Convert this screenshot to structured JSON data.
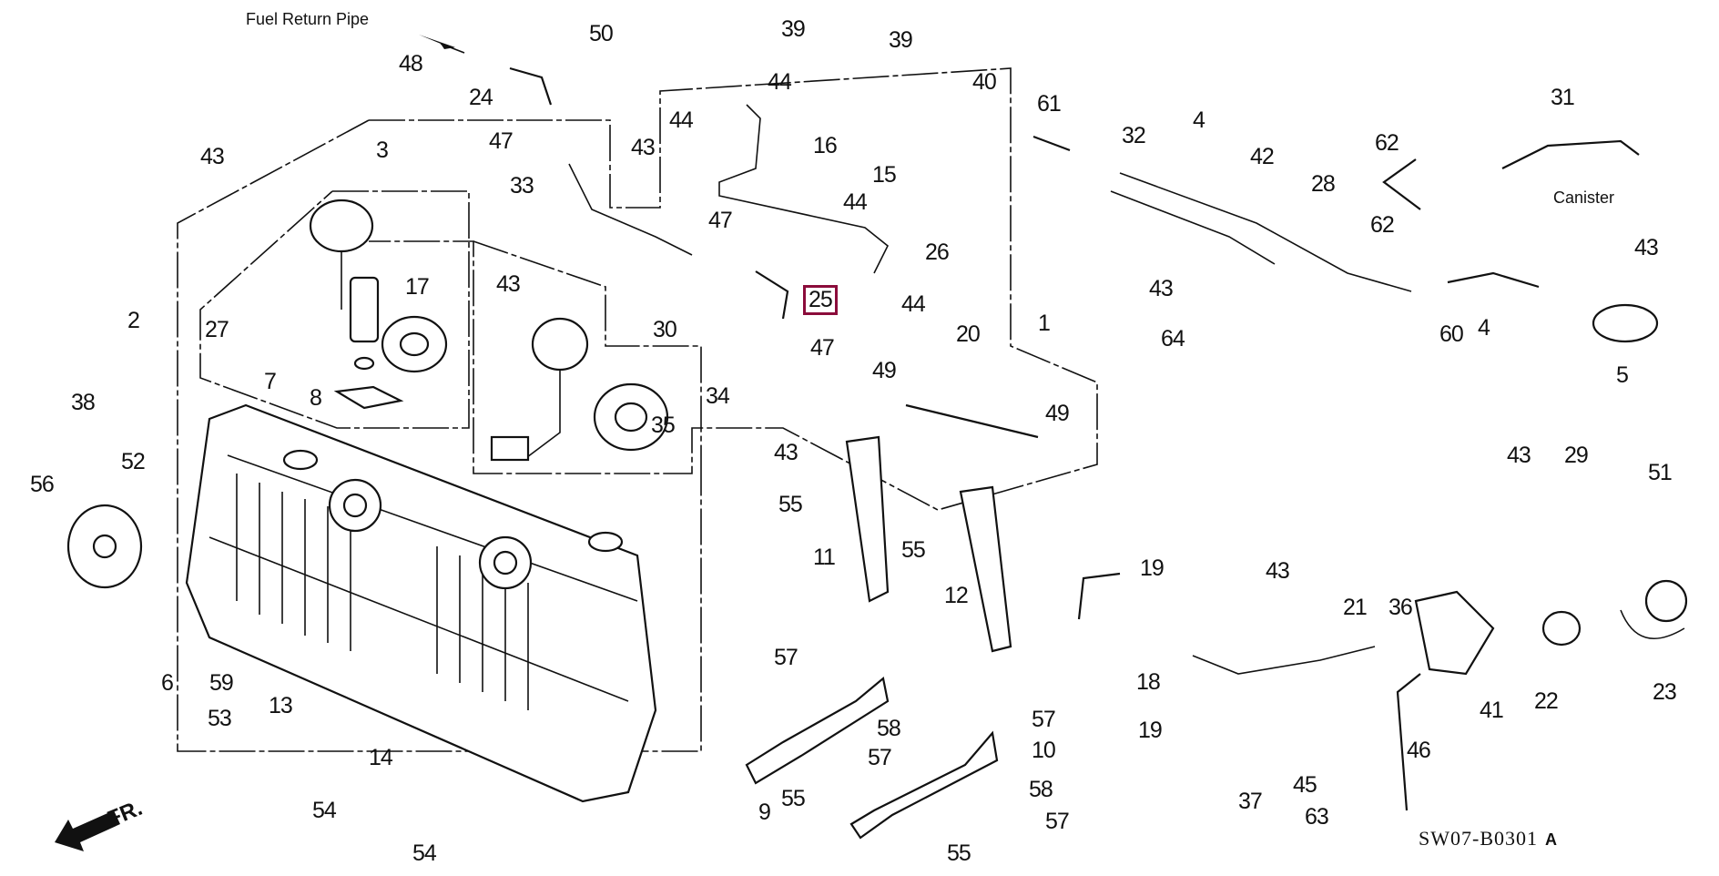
{
  "diagram": {
    "title": "Fuel Tank Parts Diagram",
    "diagram_code": "SW07-B0301",
    "diagram_variant": "A",
    "highlight_color": "#8b0c3b",
    "highlighted_part": "25",
    "annotations": {
      "fuel_return_pipe": "Fuel  Return  Pipe",
      "canister": "Canister",
      "front_arrow": "FR."
    },
    "callouts": [
      {
        "id": "c48",
        "num": "48"
      },
      {
        "id": "c24",
        "num": "24"
      },
      {
        "id": "c50",
        "num": "50"
      },
      {
        "id": "c39a",
        "num": "39"
      },
      {
        "id": "c39b",
        "num": "39"
      },
      {
        "id": "c44a",
        "num": "44"
      },
      {
        "id": "c44b",
        "num": "44"
      },
      {
        "id": "c40",
        "num": "40"
      },
      {
        "id": "c16",
        "num": "16"
      },
      {
        "id": "c15",
        "num": "15"
      },
      {
        "id": "c44c",
        "num": "44"
      },
      {
        "id": "c61",
        "num": "61"
      },
      {
        "id": "c32",
        "num": "32"
      },
      {
        "id": "c4a",
        "num": "4"
      },
      {
        "id": "c42",
        "num": "42"
      },
      {
        "id": "c31",
        "num": "31"
      },
      {
        "id": "c62a",
        "num": "62"
      },
      {
        "id": "c28",
        "num": "28"
      },
      {
        "id": "c62b",
        "num": "62"
      },
      {
        "id": "c43a",
        "num": "43"
      },
      {
        "id": "c47a",
        "num": "47"
      },
      {
        "id": "c43b",
        "num": "43"
      },
      {
        "id": "c3",
        "num": "3"
      },
      {
        "id": "c33",
        "num": "33"
      },
      {
        "id": "c47b",
        "num": "47"
      },
      {
        "id": "c26",
        "num": "26"
      },
      {
        "id": "c25",
        "num": "25"
      },
      {
        "id": "c44d",
        "num": "44"
      },
      {
        "id": "c47c",
        "num": "47"
      },
      {
        "id": "c43c",
        "num": "43"
      },
      {
        "id": "c30",
        "num": "30"
      },
      {
        "id": "c1",
        "num": "1"
      },
      {
        "id": "c43d",
        "num": "43"
      },
      {
        "id": "c64",
        "num": "64"
      },
      {
        "id": "c43e",
        "num": "43"
      },
      {
        "id": "c60",
        "num": "60"
      },
      {
        "id": "c4b",
        "num": "4"
      },
      {
        "id": "c5",
        "num": "5"
      },
      {
        "id": "c2",
        "num": "2"
      },
      {
        "id": "c27",
        "num": "27"
      },
      {
        "id": "c17",
        "num": "17"
      },
      {
        "id": "c7",
        "num": "7"
      },
      {
        "id": "c8",
        "num": "8"
      },
      {
        "id": "c34",
        "num": "34"
      },
      {
        "id": "c35",
        "num": "35"
      },
      {
        "id": "c20",
        "num": "20"
      },
      {
        "id": "c49a",
        "num": "49"
      },
      {
        "id": "c49b",
        "num": "49"
      },
      {
        "id": "c43f",
        "num": "43"
      },
      {
        "id": "c43g",
        "num": "43"
      },
      {
        "id": "c29",
        "num": "29"
      },
      {
        "id": "c38",
        "num": "38"
      },
      {
        "id": "c52",
        "num": "52"
      },
      {
        "id": "c56",
        "num": "56"
      },
      {
        "id": "c55a",
        "num": "55"
      },
      {
        "id": "c11",
        "num": "11"
      },
      {
        "id": "c55b",
        "num": "55"
      },
      {
        "id": "c12",
        "num": "12"
      },
      {
        "id": "c19a",
        "num": "19"
      },
      {
        "id": "c43h",
        "num": "43"
      },
      {
        "id": "c21",
        "num": "21"
      },
      {
        "id": "c36",
        "num": "36"
      },
      {
        "id": "c51",
        "num": "51"
      },
      {
        "id": "c6",
        "num": "6"
      },
      {
        "id": "c59",
        "num": "59"
      },
      {
        "id": "c53",
        "num": "53"
      },
      {
        "id": "c57a",
        "num": "57"
      },
      {
        "id": "c18",
        "num": "18"
      },
      {
        "id": "c41",
        "num": "41"
      },
      {
        "id": "c22",
        "num": "22"
      },
      {
        "id": "c23",
        "num": "23"
      },
      {
        "id": "c13",
        "num": "13"
      },
      {
        "id": "c58a",
        "num": "58"
      },
      {
        "id": "c57b",
        "num": "57"
      },
      {
        "id": "c19b",
        "num": "19"
      },
      {
        "id": "c57c",
        "num": "57"
      },
      {
        "id": "c10",
        "num": "10"
      },
      {
        "id": "c46",
        "num": "46"
      },
      {
        "id": "c54a",
        "num": "54"
      },
      {
        "id": "c14",
        "num": "14"
      },
      {
        "id": "c9",
        "num": "9"
      },
      {
        "id": "c55c",
        "num": "55"
      },
      {
        "id": "c58b",
        "num": "58"
      },
      {
        "id": "c57d",
        "num": "57"
      },
      {
        "id": "c37",
        "num": "37"
      },
      {
        "id": "c45",
        "num": "45"
      },
      {
        "id": "c63",
        "num": "63"
      },
      {
        "id": "c54b",
        "num": "54"
      },
      {
        "id": "c55d",
        "num": "55"
      }
    ]
  }
}
